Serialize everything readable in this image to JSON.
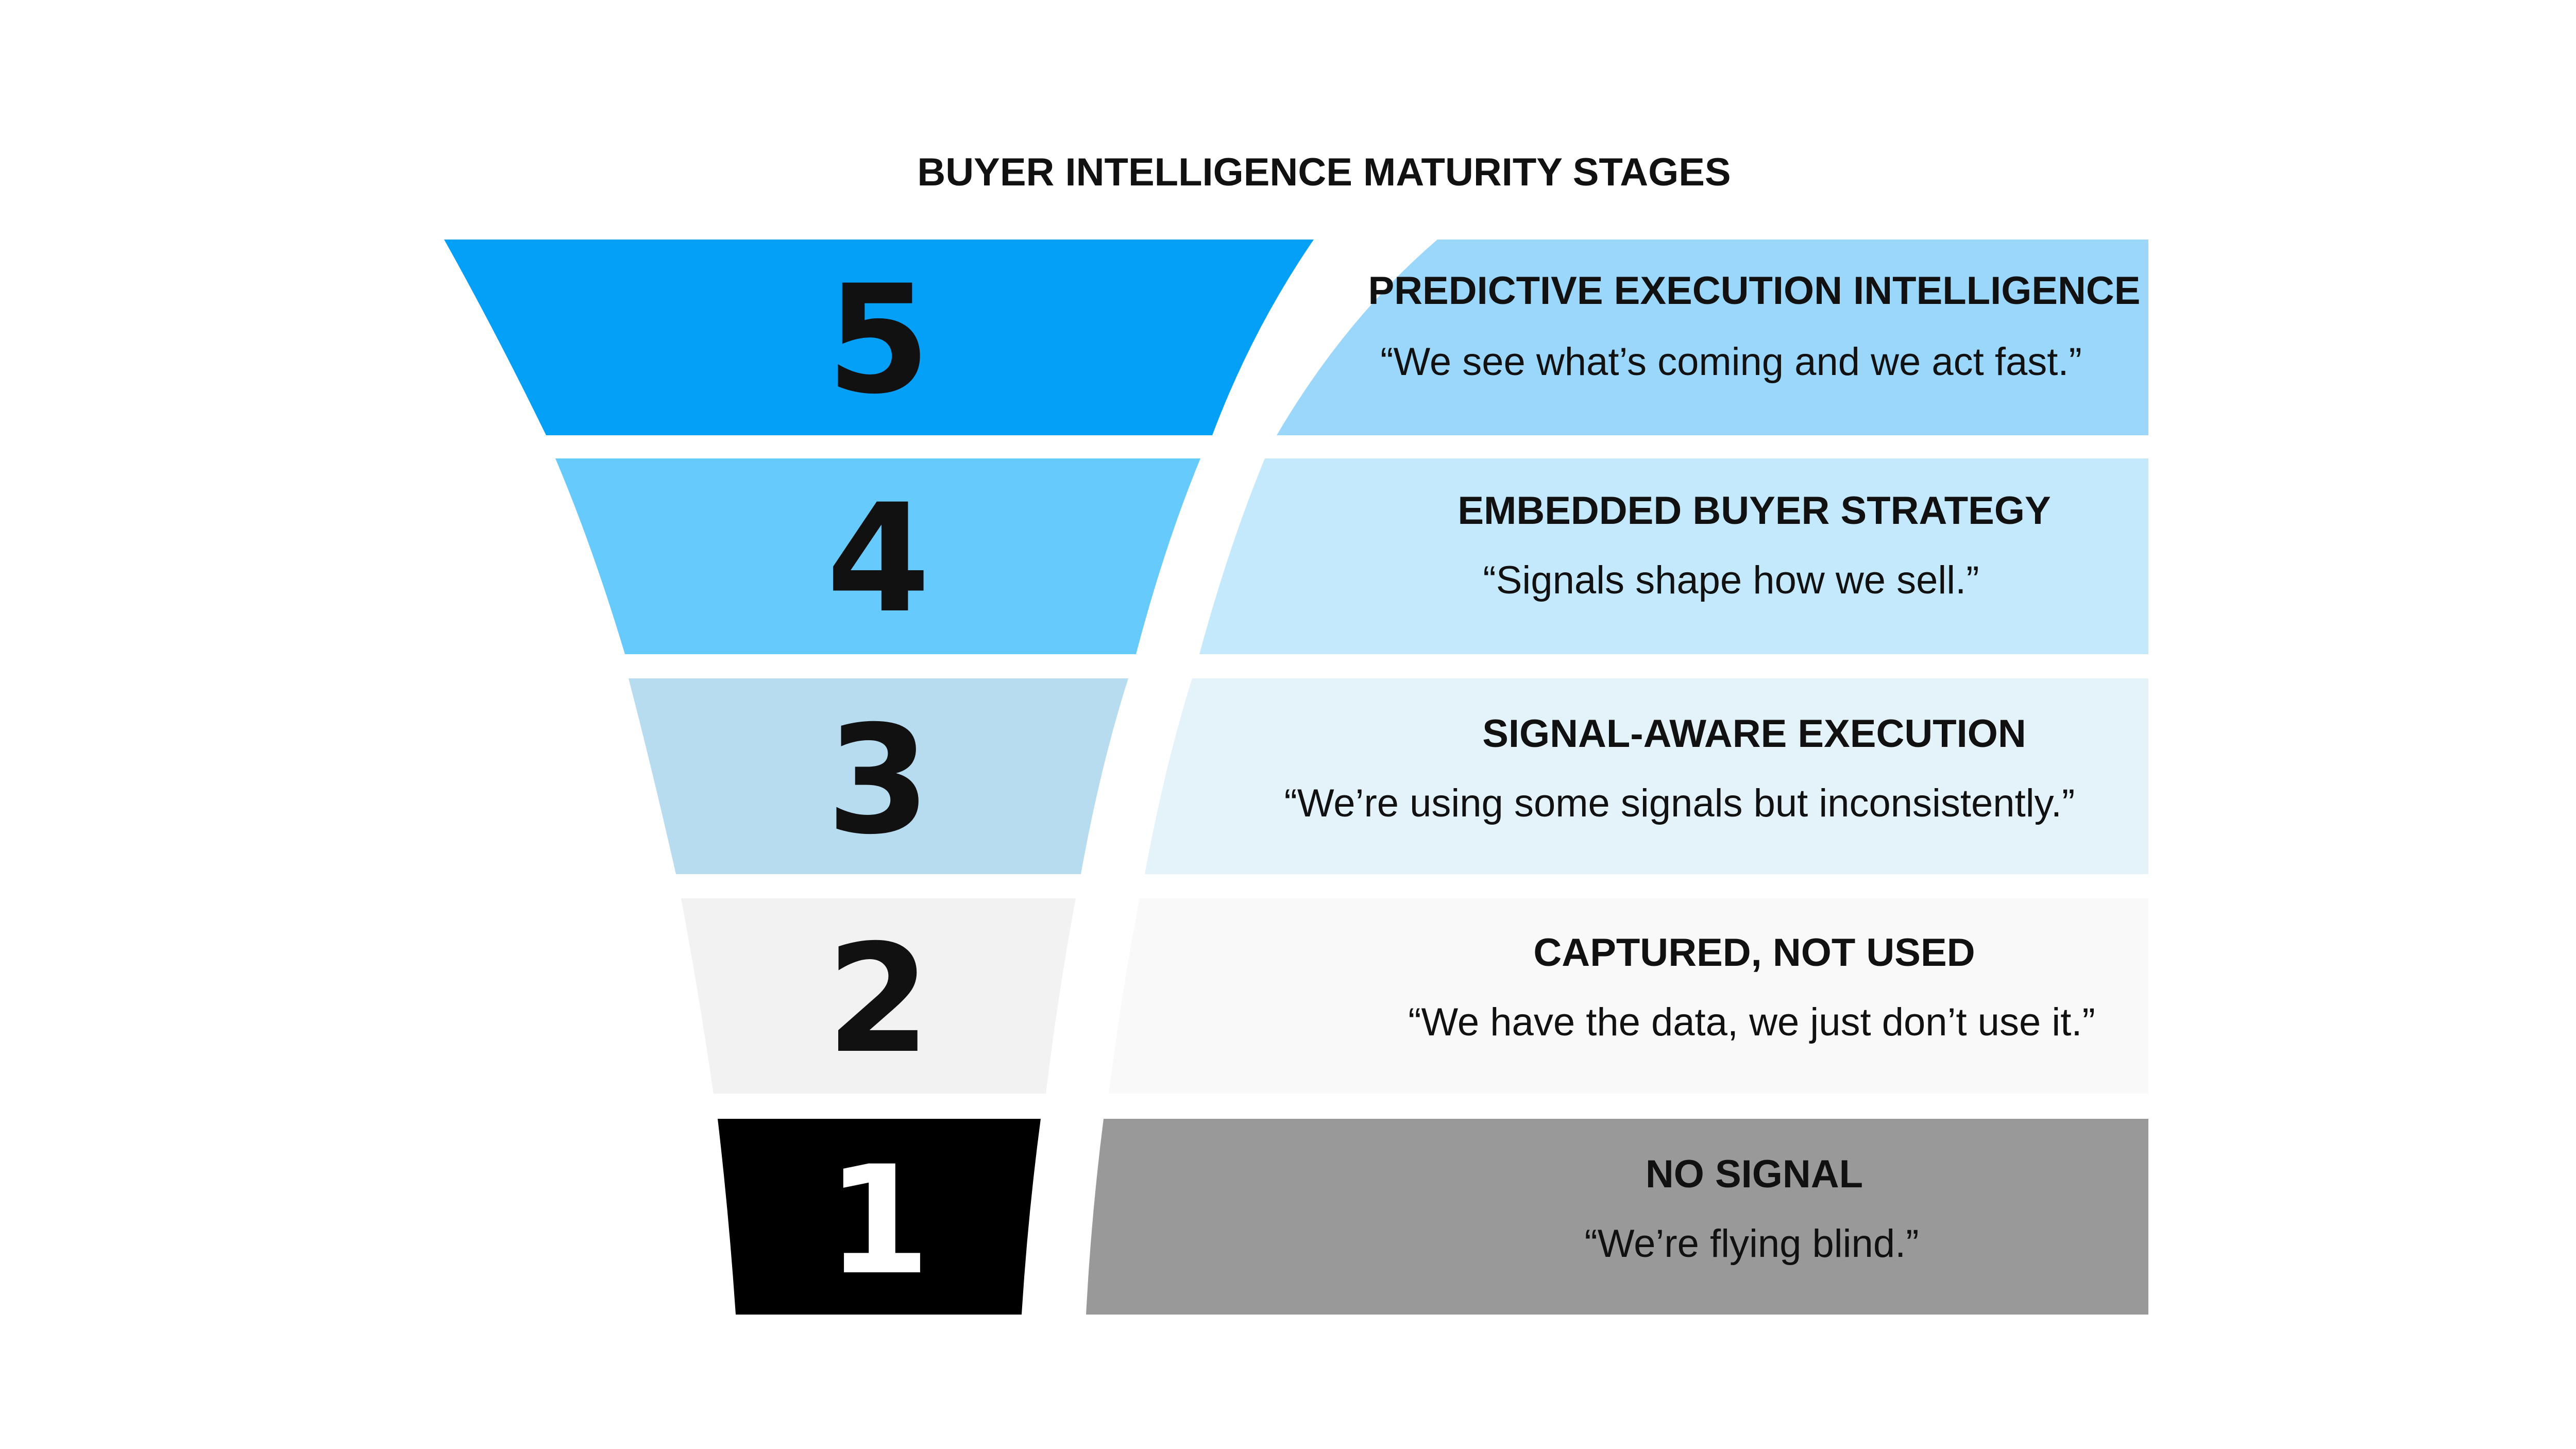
{
  "title": "BUYER INTELLIGENCE MATURITY STAGES",
  "stages": [
    {
      "number": "5",
      "heading": "PREDICTIVE EXECUTION INTELLIGENCE",
      "quote": "“We see what’s coming and we act fast.”",
      "funnel_color": "#049ff7",
      "panel_color": "#9bd6fb",
      "number_color": "#111111"
    },
    {
      "number": "4",
      "heading": "EMBEDDED BUYER STRATEGY",
      "quote": "“Signals shape how we sell.”",
      "funnel_color": "#66cafd",
      "panel_color": "#c5e9fc",
      "number_color": "#111111"
    },
    {
      "number": "3",
      "heading": "SIGNAL-AWARE EXECUTION",
      "quote": "“We’re using some signals but inconsistently.”",
      "funnel_color": "#b7dcf0",
      "panel_color": "#e4f2f9",
      "number_color": "#111111"
    },
    {
      "number": "2",
      "heading": "CAPTURED, NOT USED",
      "quote": "“We have the data, we just don’t use it.”",
      "funnel_color": "#f2f2f2",
      "panel_color": "#f9f9f9",
      "number_color": "#111111"
    },
    {
      "number": "1",
      "heading": "NO SIGNAL",
      "quote": "“We’re flying blind.”",
      "funnel_color": "#000000",
      "panel_color": "#999999",
      "number_color": "#ffffff"
    }
  ]
}
